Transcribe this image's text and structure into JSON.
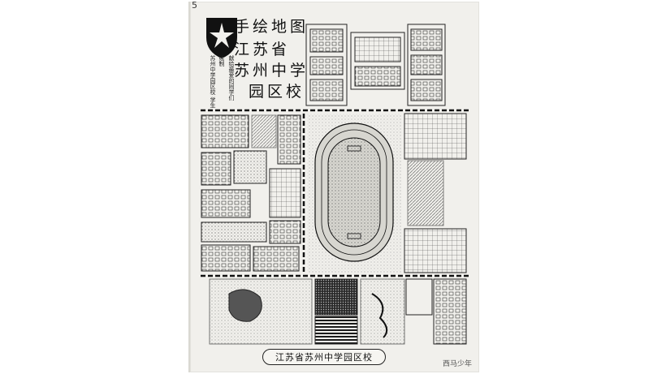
{
  "page": {
    "corner_number": "5"
  },
  "map": {
    "title_lines": [
      "手绘地图",
      "江苏省",
      "苏州中学",
      "园区校"
    ],
    "note_1": "献给最爱的同学们",
    "note_2": "绘制",
    "note_3": "苏州中学园区校 学生",
    "bottom_label": "江苏省苏州中学园区校",
    "colors": {
      "ink": "#1a1a1a",
      "paper": "#f1f0ec",
      "track": "#cfcfc9"
    }
  },
  "watermark": {
    "text": "西马少年"
  }
}
